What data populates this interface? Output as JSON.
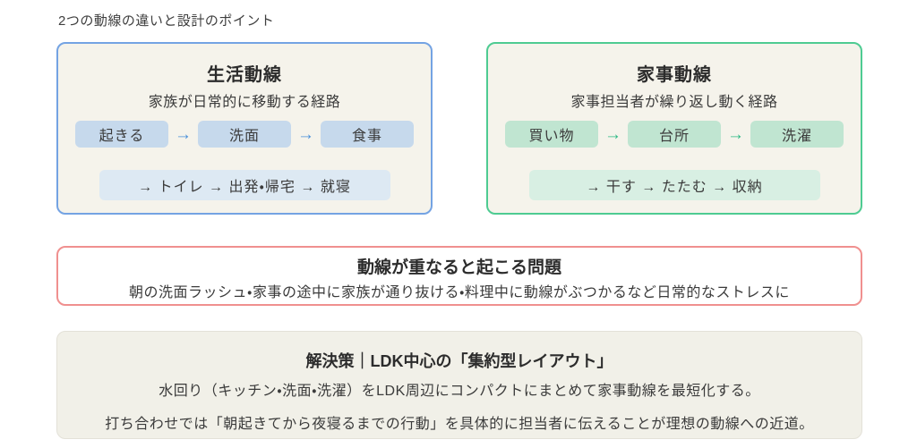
{
  "page": {
    "title": "2つの動線の違いと設計のポイント"
  },
  "colors": {
    "life_border": "#74a3e3",
    "life_pill": "#c6d9ec",
    "life_pill_light": "#dde9f3",
    "life_arrow": "#4a90d9",
    "chore_border": "#4ecb92",
    "chore_pill": "#c0e5d1",
    "chore_pill_light": "#d8efe3",
    "chore_arrow": "#2eb985",
    "problem_border": "#f0908f",
    "flow_card_bg": "#f5f3eb",
    "solution_bg": "#f1f0e8"
  },
  "life_flow": {
    "title": "生活動線",
    "subtitle": "家族が日常的に移動する経路",
    "steps": [
      "起きる",
      "洗面",
      "食事"
    ],
    "arrow": "→",
    "continuation": "→ トイレ → 出発・帰宅 → 就寝"
  },
  "chore_flow": {
    "title": "家事動線",
    "subtitle": "家事担当者が繰り返し動く経路",
    "steps": [
      "買い物",
      "台所",
      "洗濯"
    ],
    "arrow": "→",
    "continuation": "→ 干す → たたむ → 収納"
  },
  "problem": {
    "title": "動線が重なると起こる問題",
    "description": "朝の洗面ラッシュ・家事の途中に家族が通り抜ける・料理中に動線がぶつかるなど日常的なストレスに"
  },
  "solution": {
    "title": "解決策｜LDK中心の「集約型レイアウト」",
    "line1": "水回り（キッチン・洗面・洗濯）をLDK周辺にコンパクトにまとめて家事動線を最短化する。",
    "line2": "打ち合わせでは「朝起きてから夜寝るまでの行動」を具体的に担当者に伝えることが理想の動線への近道。"
  }
}
